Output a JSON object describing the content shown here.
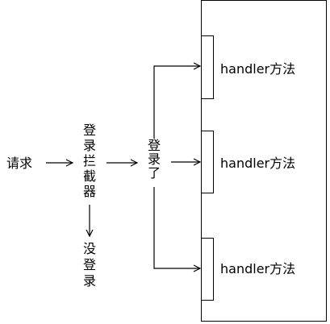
{
  "diagram": {
    "request_label": "请求",
    "interceptor_label": "登录拦截器",
    "logged_in_label": "登录了",
    "not_logged_in_label": "没登录",
    "handlers": [
      {
        "label": "handler方法"
      },
      {
        "label": "handler方法"
      },
      {
        "label": "handler方法"
      }
    ],
    "colors": {
      "stroke": "#000000",
      "background": "#ffffff"
    }
  }
}
